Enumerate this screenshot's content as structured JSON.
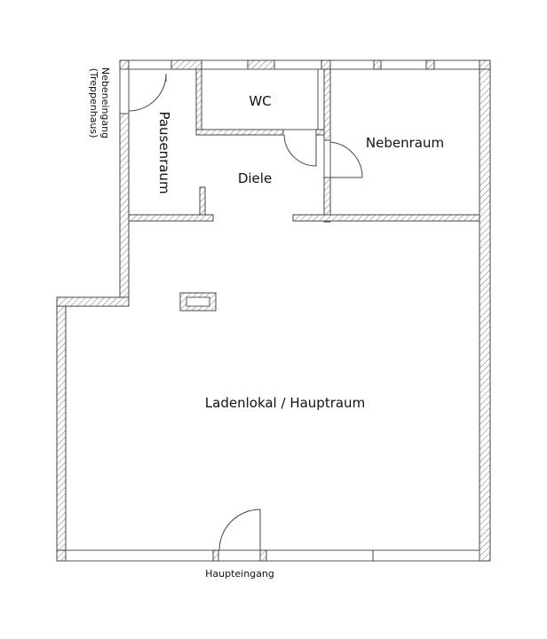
{
  "rooms": {
    "wc": "WC",
    "nebenraum": "Nebenraum",
    "diele": "Diele",
    "pausenraum": "Pausenraum",
    "hauptraum": "Ladenlokal / Hauptraum"
  },
  "entrances": {
    "side_line1": "Nebeneingang",
    "side_line2": "(Treppenhaus)",
    "main": "Haupteingang"
  }
}
